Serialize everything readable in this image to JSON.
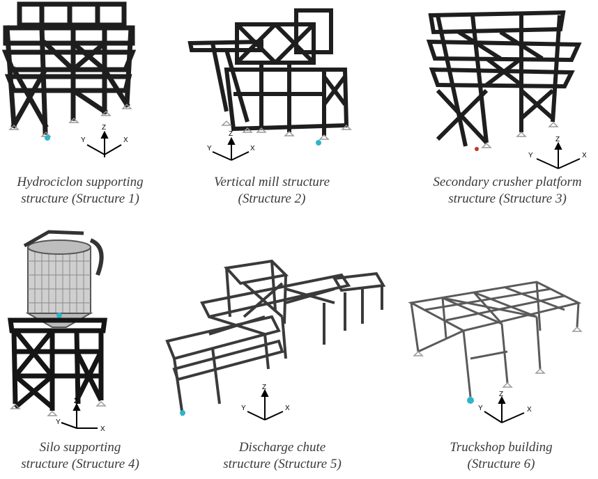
{
  "panels": [
    {
      "caption_line1": "Hydrociclon supporting",
      "caption_line2": "structure (Structure 1)",
      "axes": {
        "x": "X",
        "y": "Y",
        "z": "Z"
      }
    },
    {
      "caption_line1": "Vertical mill structure",
      "caption_line2": "(Structure 2)",
      "axes": {
        "x": "X",
        "y": "Y",
        "z": "Z"
      }
    },
    {
      "caption_line1": "Secondary crusher platform",
      "caption_line2": "structure (Structure 3)",
      "axes": {
        "x": "X",
        "y": "Y",
        "z": "Z"
      }
    },
    {
      "caption_line1": "Silo supporting",
      "caption_line2": "structure (Structure 4)",
      "axes": {
        "x": "X",
        "y": "Y",
        "z": "Z"
      }
    },
    {
      "caption_line1": "Discharge chute",
      "caption_line2": "structure (Structure 5)",
      "axes": {
        "x": "X",
        "y": "Y",
        "z": "Z"
      }
    },
    {
      "caption_line1": "Truckshop building",
      "caption_line2": "(Structure 6)",
      "axes": {
        "x": "X",
        "y": "Y",
        "z": "Z"
      }
    }
  ],
  "colors": {
    "steel_dark": "#1e1e1e",
    "steel_mid": "#444444",
    "steel_light": "#7a7a7a",
    "support": "#9a9a9a",
    "node_accent": "#2fb5c9",
    "caption": "#3a3a3a"
  }
}
